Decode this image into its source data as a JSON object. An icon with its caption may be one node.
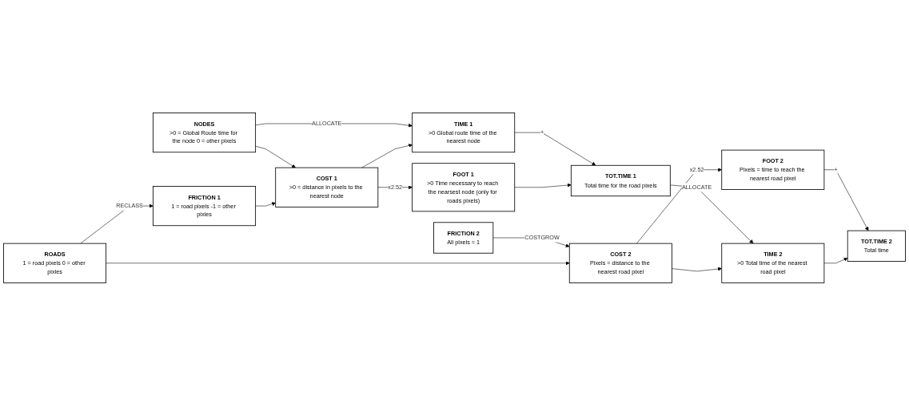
{
  "diagram": {
    "nodes": [
      {
        "text": [
          "TIME 1",
          ">0 Global route time of the nearest node"
        ]
      },
      {
        "text": [
          "NODES",
          ">0 = Global Route time for the node 0 = other pixels"
        ]
      },
      {
        "text": [
          "TOT.TIME 1",
          "Total time for the road pixels"
        ]
      },
      {
        "text": [
          "COST 1",
          ">0 = distance in pixels to the nearest node"
        ]
      },
      {
        "text": [
          "FOOT 1",
          ">0 Time necessary to reach the nearsest node (only for roads pixels)"
        ]
      },
      {
        "text": [
          "ROADS",
          "1 = road pixels 0 = other pixles"
        ]
      },
      {
        "text": [
          "FRICTION 1",
          "1 = road pixels -1 = other pixles"
        ]
      },
      {
        "text": [
          "TOT.TIME 2",
          "Total time"
        ]
      },
      {
        "text": [
          "FRICTION 2",
          "All pixels = 1"
        ]
      },
      {
        "text": [
          "COST 2",
          "Pixels = distance to the nearest road pixel"
        ]
      },
      {
        "text": [
          "FOOT 2",
          "Pixels = time to reach the nearest road pixel"
        ]
      },
      {
        "text": [
          "TIME 2",
          ">0 Total time of the nearest road pixel"
        ]
      }
    ],
    "edges": [
      {
        "from": 1,
        "to": 0,
        "arrow": "to",
        "label": "ALLOCATE"
      },
      {
        "from": 3,
        "to": 0,
        "arrow": "to"
      },
      {
        "from": 1,
        "to": 3,
        "arrow": "to"
      },
      {
        "from": 6,
        "to": 3,
        "arrow": "to"
      },
      {
        "from": 5,
        "to": 6,
        "arrow": "to",
        "label": "RECLASS"
      },
      {
        "from": 8,
        "to": 9,
        "arrow": "to",
        "label": "COSTGROW"
      },
      {
        "from": 5,
        "to": 9,
        "arrow": "to"
      },
      {
        "from": 3,
        "to": 4,
        "arrow": "to",
        "label": "x2.52"
      },
      {
        "from": 0,
        "to": 2,
        "arrow": "to",
        "label": "+"
      },
      {
        "from": 4,
        "to": 2,
        "arrow": "to"
      },
      {
        "from": 9,
        "to": 10,
        "arrow": "to",
        "label": "x2.52"
      },
      {
        "from": 2,
        "to": 11,
        "arrow": "to",
        "label": "ALLOCATE"
      },
      {
        "from": 9,
        "to": 11,
        "arrow": "to"
      },
      {
        "from": 10,
        "to": 7,
        "arrow": "to",
        "label": "+"
      },
      {
        "from": 11,
        "to": 7,
        "arrow": "to"
      }
    ]
  }
}
